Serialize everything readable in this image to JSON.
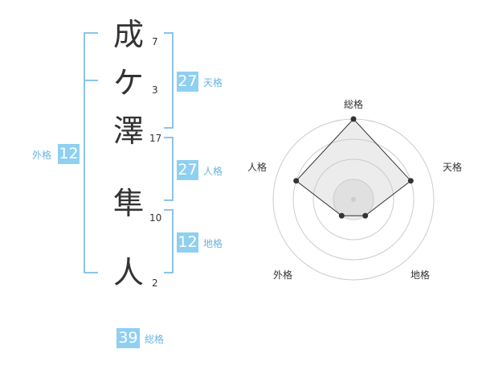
{
  "name": {
    "chars": [
      {
        "char": "成",
        "strokes": "7"
      },
      {
        "char": "ケ",
        "strokes": "3"
      },
      {
        "char": "澤",
        "strokes": "17"
      },
      {
        "char": "隼",
        "strokes": "10"
      },
      {
        "char": "人",
        "strokes": "2"
      }
    ]
  },
  "kakusu": {
    "tenkaku": {
      "value": "27",
      "label": "天格"
    },
    "jinkaku": {
      "value": "27",
      "label": "人格"
    },
    "chikaku": {
      "value": "12",
      "label": "地格"
    },
    "gaikaku": {
      "value": "12",
      "label": "外格"
    },
    "soukaku": {
      "value": "39",
      "label": "総格"
    }
  },
  "chart_data": {
    "type": "radar",
    "axes": [
      "総格",
      "天格",
      "地格",
      "外格",
      "人格"
    ],
    "values": [
      4,
      3,
      1,
      1,
      3
    ],
    "max": 4,
    "rings": 4
  },
  "colors": {
    "bracket": "#8cc4ea",
    "badge": "#8fd0f2",
    "label": "#6db3e0"
  }
}
